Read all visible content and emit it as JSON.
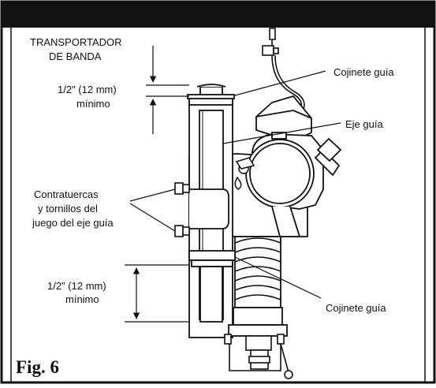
{
  "labels": {
    "conveyor_line1": "TRANSPORTADOR",
    "conveyor_line2": "DE BANDA",
    "top_clear_line1": "1/2\" (12 mm)",
    "top_clear_line2": "mínimo",
    "bearing_top": "Cojinete guía",
    "shaft": "Eje guía",
    "locknuts_line1": "Contratuercas",
    "locknuts_line2": "y tornillos del",
    "locknuts_line3": "juego del eje guía",
    "bottom_clear_line1": "1/2\" (12 mm)",
    "bottom_clear_line2": "mínimo",
    "bearing_bottom": "Cojinete guía",
    "figure": "Fig. 6"
  },
  "colors": {
    "frame": "#111111",
    "background": "#ffffff",
    "part_fill": "#ffffff",
    "line": "#1a1a1a"
  }
}
